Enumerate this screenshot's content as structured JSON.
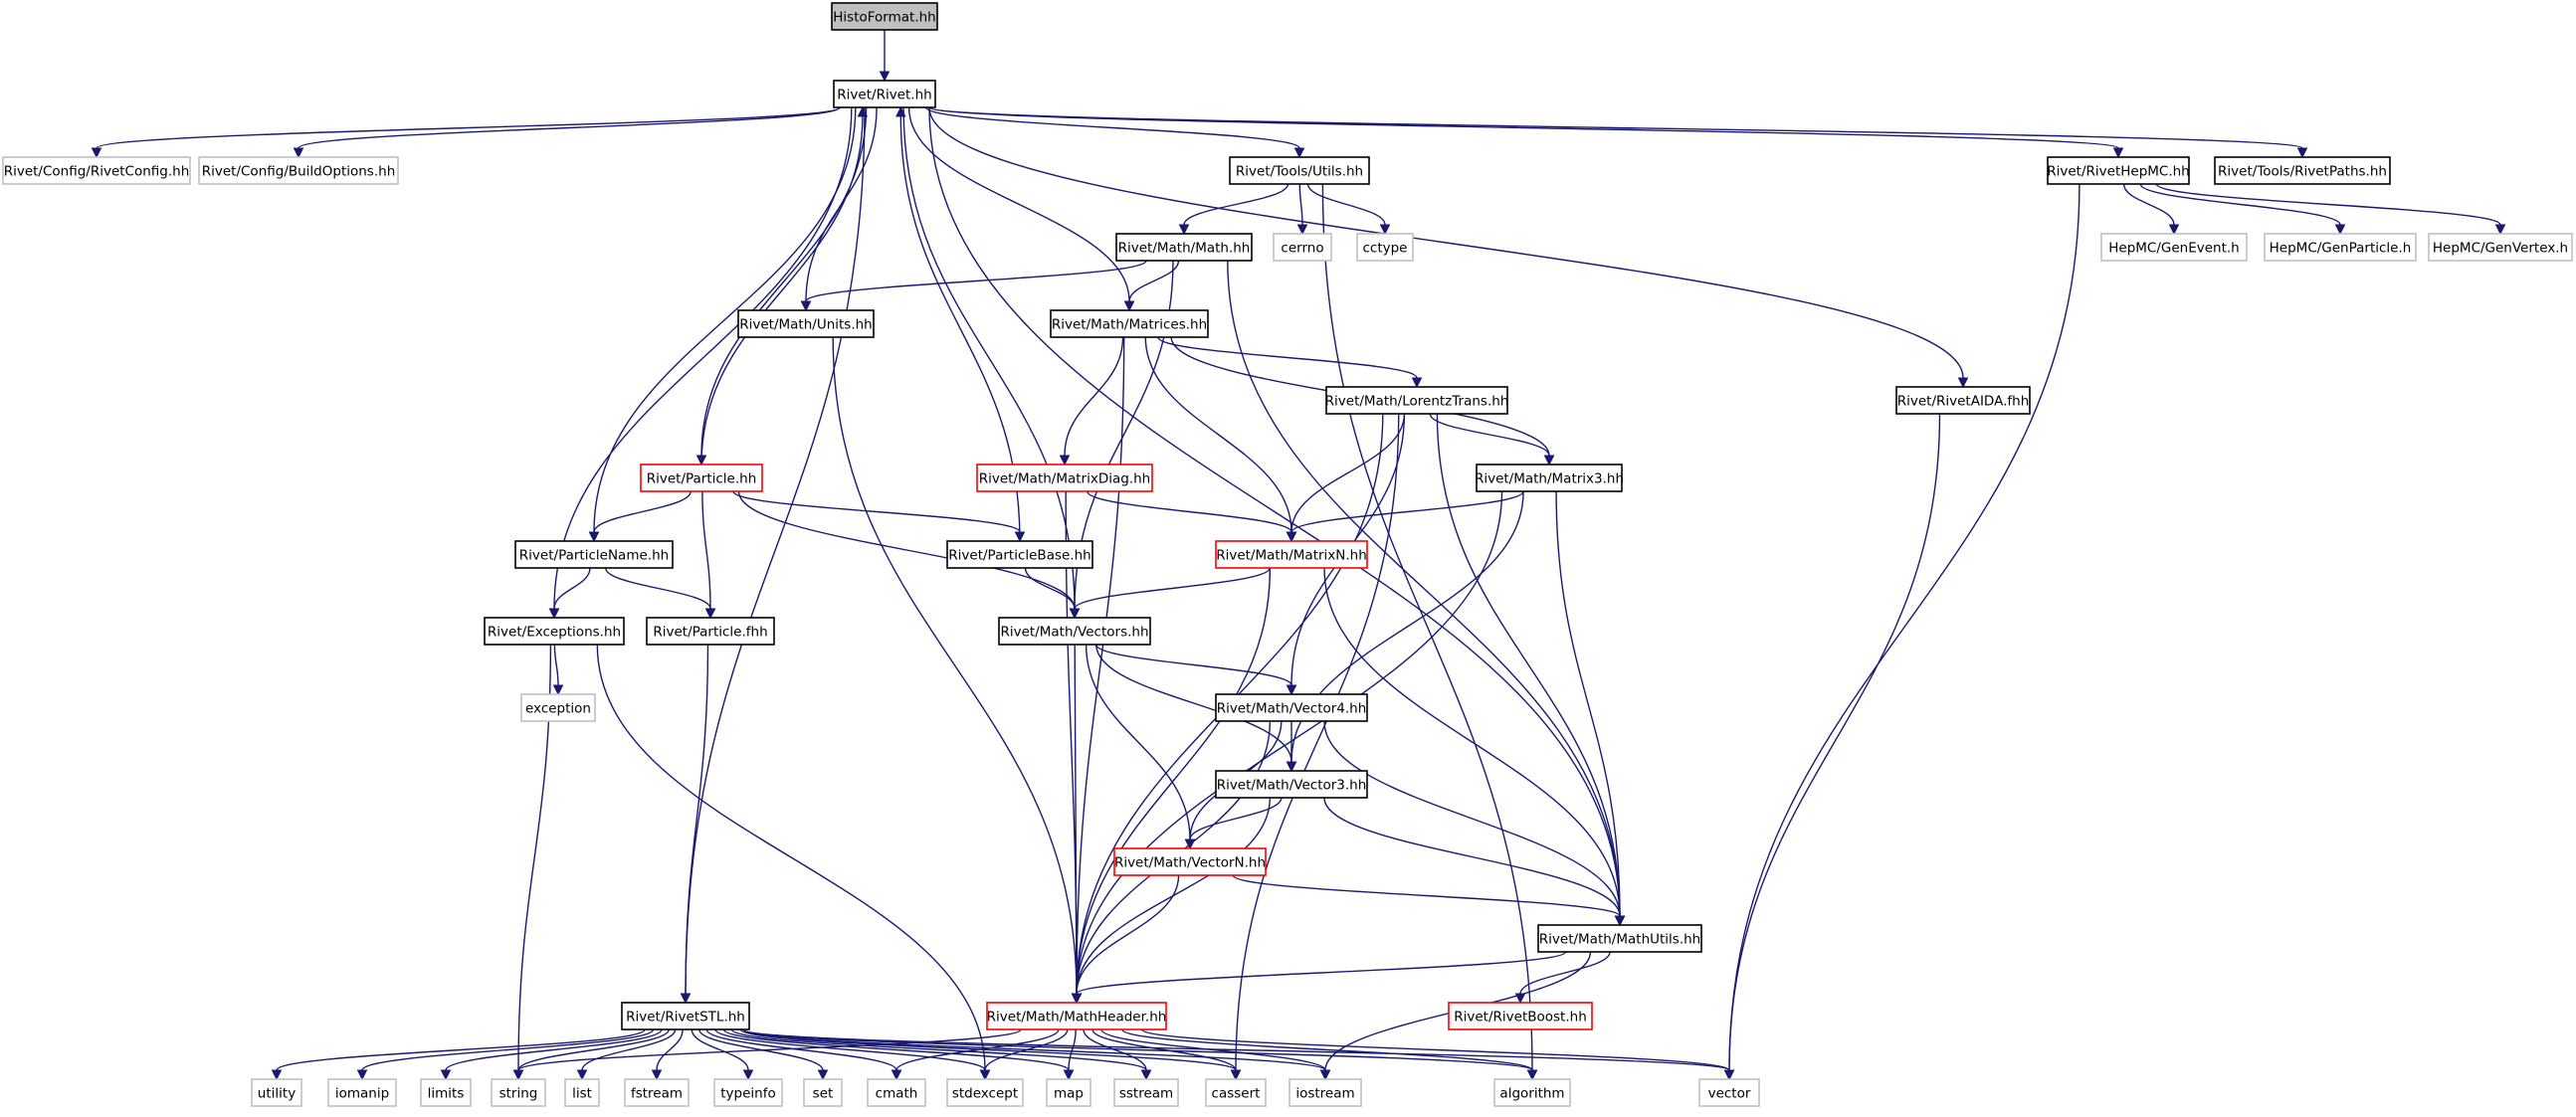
{
  "styles": {
    "root": {
      "fill": "#bfbfbf",
      "stroke": "#000000"
    },
    "normal": {
      "fill": "#ffffff",
      "stroke": "#000000"
    },
    "truncated": {
      "fill": "#ffffff",
      "stroke": "#ff0000"
    },
    "external": {
      "fill": "#ffffff",
      "stroke": "#bfbfbf"
    },
    "edge_color": "#191970"
  },
  "nodes": [
    {
      "id": "histo",
      "label": "HistoFormat.hh",
      "kind": "root"
    },
    {
      "id": "rivet",
      "label": "Rivet/Rivet.hh",
      "kind": "normal"
    },
    {
      "id": "rivetconfig",
      "label": "Rivet/Config/RivetConfig.hh",
      "kind": "external"
    },
    {
      "id": "buildoptions",
      "label": "Rivet/Config/BuildOptions.hh",
      "kind": "external"
    },
    {
      "id": "utils",
      "label": "Rivet/Tools/Utils.hh",
      "kind": "normal"
    },
    {
      "id": "rivethepmc",
      "label": "Rivet/RivetHepMC.hh",
      "kind": "normal"
    },
    {
      "id": "rivetpaths",
      "label": "Rivet/Tools/RivetPaths.hh",
      "kind": "normal"
    },
    {
      "id": "cerrno",
      "label": "cerrno",
      "kind": "external"
    },
    {
      "id": "cctype",
      "label": "cctype",
      "kind": "external"
    },
    {
      "id": "genevent",
      "label": "HepMC/GenEvent.h",
      "kind": "external"
    },
    {
      "id": "genparticle",
      "label": "HepMC/GenParticle.h",
      "kind": "external"
    },
    {
      "id": "genvertex",
      "label": "HepMC/GenVertex.h",
      "kind": "external"
    },
    {
      "id": "mathhh",
      "label": "Rivet/Math/Math.hh",
      "kind": "normal"
    },
    {
      "id": "units",
      "label": "Rivet/Math/Units.hh",
      "kind": "normal"
    },
    {
      "id": "matrices",
      "label": "Rivet/Math/Matrices.hh",
      "kind": "normal"
    },
    {
      "id": "lorentz",
      "label": "Rivet/Math/LorentzTrans.hh",
      "kind": "normal"
    },
    {
      "id": "aida",
      "label": "Rivet/RivetAIDA.fhh",
      "kind": "normal"
    },
    {
      "id": "particle",
      "label": "Rivet/Particle.hh",
      "kind": "truncated"
    },
    {
      "id": "matrixdiag",
      "label": "Rivet/Math/MatrixDiag.hh",
      "kind": "truncated"
    },
    {
      "id": "matrix3",
      "label": "Rivet/Math/Matrix3.hh",
      "kind": "normal"
    },
    {
      "id": "particlename",
      "label": "Rivet/ParticleName.hh",
      "kind": "normal"
    },
    {
      "id": "particlebase",
      "label": "Rivet/ParticleBase.hh",
      "kind": "normal"
    },
    {
      "id": "matrixn",
      "label": "Rivet/Math/MatrixN.hh",
      "kind": "truncated"
    },
    {
      "id": "exceptions",
      "label": "Rivet/Exceptions.hh",
      "kind": "normal"
    },
    {
      "id": "particlefhh",
      "label": "Rivet/Particle.fhh",
      "kind": "normal"
    },
    {
      "id": "vectors",
      "label": "Rivet/Math/Vectors.hh",
      "kind": "normal"
    },
    {
      "id": "exception",
      "label": "exception",
      "kind": "external"
    },
    {
      "id": "vector4",
      "label": "Rivet/Math/Vector4.hh",
      "kind": "normal"
    },
    {
      "id": "vector3",
      "label": "Rivet/Math/Vector3.hh",
      "kind": "normal"
    },
    {
      "id": "vectorn",
      "label": "Rivet/Math/VectorN.hh",
      "kind": "truncated"
    },
    {
      "id": "mathutils",
      "label": "Rivet/Math/MathUtils.hh",
      "kind": "normal"
    },
    {
      "id": "rivetboost",
      "label": "Rivet/RivetBoost.hh",
      "kind": "truncated"
    },
    {
      "id": "rivetstl",
      "label": "Rivet/RivetSTL.hh",
      "kind": "normal"
    },
    {
      "id": "mathheader",
      "label": "Rivet/Math/MathHeader.hh",
      "kind": "truncated"
    },
    {
      "id": "utility",
      "label": "utility",
      "kind": "external"
    },
    {
      "id": "iomanip",
      "label": "iomanip",
      "kind": "external"
    },
    {
      "id": "limits",
      "label": "limits",
      "kind": "external"
    },
    {
      "id": "string",
      "label": "string",
      "kind": "external"
    },
    {
      "id": "list",
      "label": "list",
      "kind": "external"
    },
    {
      "id": "fstream",
      "label": "fstream",
      "kind": "external"
    },
    {
      "id": "typeinfo",
      "label": "typeinfo",
      "kind": "external"
    },
    {
      "id": "set",
      "label": "set",
      "kind": "external"
    },
    {
      "id": "cmath",
      "label": "cmath",
      "kind": "external"
    },
    {
      "id": "stdexcept",
      "label": "stdexcept",
      "kind": "external"
    },
    {
      "id": "map",
      "label": "map",
      "kind": "external"
    },
    {
      "id": "sstream",
      "label": "sstream",
      "kind": "external"
    },
    {
      "id": "cassert",
      "label": "cassert",
      "kind": "external"
    },
    {
      "id": "iostream",
      "label": "iostream",
      "kind": "external"
    },
    {
      "id": "algorithm",
      "label": "algorithm",
      "kind": "external"
    },
    {
      "id": "vector",
      "label": "vector",
      "kind": "external"
    }
  ],
  "edges": [
    [
      "histo",
      "rivet"
    ],
    [
      "rivet",
      "rivetconfig"
    ],
    [
      "rivet",
      "buildoptions"
    ],
    [
      "rivet",
      "utils"
    ],
    [
      "rivet",
      "rivethepmc"
    ],
    [
      "rivet",
      "rivetpaths"
    ],
    [
      "rivet",
      "units"
    ],
    [
      "rivet",
      "matrices"
    ],
    [
      "rivet",
      "vectors"
    ],
    [
      "rivet",
      "mathutils"
    ],
    [
      "rivet",
      "aida"
    ],
    [
      "rivet",
      "particle"
    ],
    [
      "rivet",
      "particlename"
    ],
    [
      "rivet",
      "exceptions"
    ],
    [
      "rivet",
      "rivetstl"
    ],
    [
      "utils",
      "cerrno"
    ],
    [
      "utils",
      "cctype"
    ],
    [
      "utils",
      "mathhh"
    ],
    [
      "utils",
      "algorithm"
    ],
    [
      "rivethepmc",
      "genevent"
    ],
    [
      "rivethepmc",
      "genparticle"
    ],
    [
      "rivethepmc",
      "genvertex"
    ],
    [
      "rivethepmc",
      "vector"
    ],
    [
      "mathhh",
      "units"
    ],
    [
      "mathhh",
      "matrices"
    ],
    [
      "mathhh",
      "vectors"
    ],
    [
      "mathhh",
      "mathutils"
    ],
    [
      "units",
      "mathheader"
    ],
    [
      "matrices",
      "lorentz"
    ],
    [
      "matrices",
      "matrixdiag"
    ],
    [
      "matrices",
      "matrixn"
    ],
    [
      "matrices",
      "matrix3"
    ],
    [
      "matrices",
      "mathheader"
    ],
    [
      "lorentz",
      "matrix3"
    ],
    [
      "lorentz",
      "matrixn"
    ],
    [
      "lorentz",
      "vector4"
    ],
    [
      "lorentz",
      "mathutils"
    ],
    [
      "lorentz",
      "mathheader"
    ],
    [
      "lorentz",
      "cassert"
    ],
    [
      "aida",
      "vector"
    ],
    [
      "particle",
      "rivet"
    ],
    [
      "particle",
      "particlename"
    ],
    [
      "particle",
      "particlefhh"
    ],
    [
      "particle",
      "particlebase"
    ],
    [
      "particle",
      "vectors"
    ],
    [
      "particlebase",
      "rivet"
    ],
    [
      "particlebase",
      "vectors"
    ],
    [
      "matrixdiag",
      "matrixn"
    ],
    [
      "matrixdiag",
      "mathheader"
    ],
    [
      "matrix3",
      "matrixn"
    ],
    [
      "matrix3",
      "vector3"
    ],
    [
      "matrix3",
      "mathutils"
    ],
    [
      "matrix3",
      "mathheader"
    ],
    [
      "particlename",
      "exceptions"
    ],
    [
      "particlename",
      "particlefhh"
    ],
    [
      "matrixn",
      "vectors"
    ],
    [
      "matrixn",
      "mathutils"
    ],
    [
      "matrixn",
      "mathheader"
    ],
    [
      "exceptions",
      "exception"
    ],
    [
      "exceptions",
      "string"
    ],
    [
      "exceptions",
      "stdexcept"
    ],
    [
      "particlefhh",
      "rivetstl"
    ],
    [
      "vectors",
      "vector4"
    ],
    [
      "vectors",
      "vector3"
    ],
    [
      "vectors",
      "vectorn"
    ],
    [
      "vectors",
      "mathheader"
    ],
    [
      "vector4",
      "vector3"
    ],
    [
      "vector4",
      "vectorn"
    ],
    [
      "vector4",
      "mathutils"
    ],
    [
      "vector4",
      "mathheader"
    ],
    [
      "vector3",
      "vectorn"
    ],
    [
      "vector3",
      "mathutils"
    ],
    [
      "vector3",
      "mathheader"
    ],
    [
      "vectorn",
      "mathutils"
    ],
    [
      "vectorn",
      "mathheader"
    ],
    [
      "mathutils",
      "mathheader"
    ],
    [
      "mathutils",
      "rivetboost"
    ],
    [
      "mathutils",
      "iostream"
    ],
    [
      "rivetstl",
      "utility"
    ],
    [
      "rivetstl",
      "iomanip"
    ],
    [
      "rivetstl",
      "limits"
    ],
    [
      "rivetstl",
      "string"
    ],
    [
      "rivetstl",
      "list"
    ],
    [
      "rivetstl",
      "fstream"
    ],
    [
      "rivetstl",
      "typeinfo"
    ],
    [
      "rivetstl",
      "set"
    ],
    [
      "rivetstl",
      "cmath"
    ],
    [
      "rivetstl",
      "stdexcept"
    ],
    [
      "rivetstl",
      "map"
    ],
    [
      "rivetstl",
      "sstream"
    ],
    [
      "rivetstl",
      "cassert"
    ],
    [
      "rivetstl",
      "iostream"
    ],
    [
      "rivetstl",
      "algorithm"
    ],
    [
      "rivetstl",
      "vector"
    ],
    [
      "mathheader",
      "string"
    ],
    [
      "mathheader",
      "cmath"
    ],
    [
      "mathheader",
      "stdexcept"
    ],
    [
      "mathheader",
      "map"
    ],
    [
      "mathheader",
      "sstream"
    ],
    [
      "mathheader",
      "cassert"
    ],
    [
      "mathheader",
      "iostream"
    ],
    [
      "mathheader",
      "algorithm"
    ],
    [
      "mathheader",
      "vector"
    ]
  ]
}
